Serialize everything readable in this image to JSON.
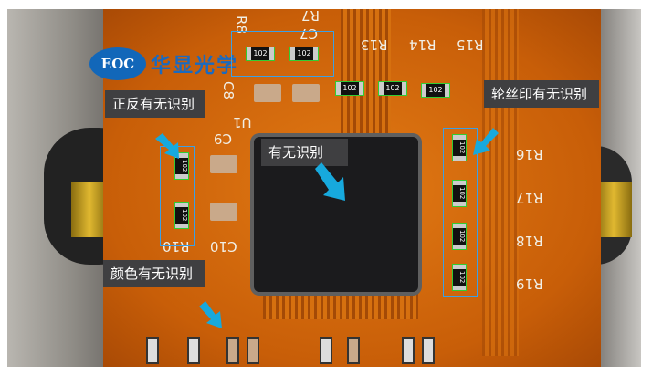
{
  "logo": {
    "en": "EOC",
    "cn": "华显光学"
  },
  "labels": {
    "polarity": "正反有无识别",
    "presence": "有无识别",
    "silkscreen": "轮丝印有无识别",
    "color": "颜色有无识别"
  },
  "silkscreen": [
    "R7",
    "C7",
    "R13",
    "R14",
    "R15",
    "C8",
    "U1",
    "C9",
    "R16",
    "R17",
    "R18",
    "R19",
    "C10",
    "R10",
    "R8"
  ],
  "marking": "102",
  "colors": {
    "roi": "#3ba0e6",
    "arrow": "#17a9dd",
    "label_bg": "#3f3f41",
    "board": "#d86a0e"
  }
}
